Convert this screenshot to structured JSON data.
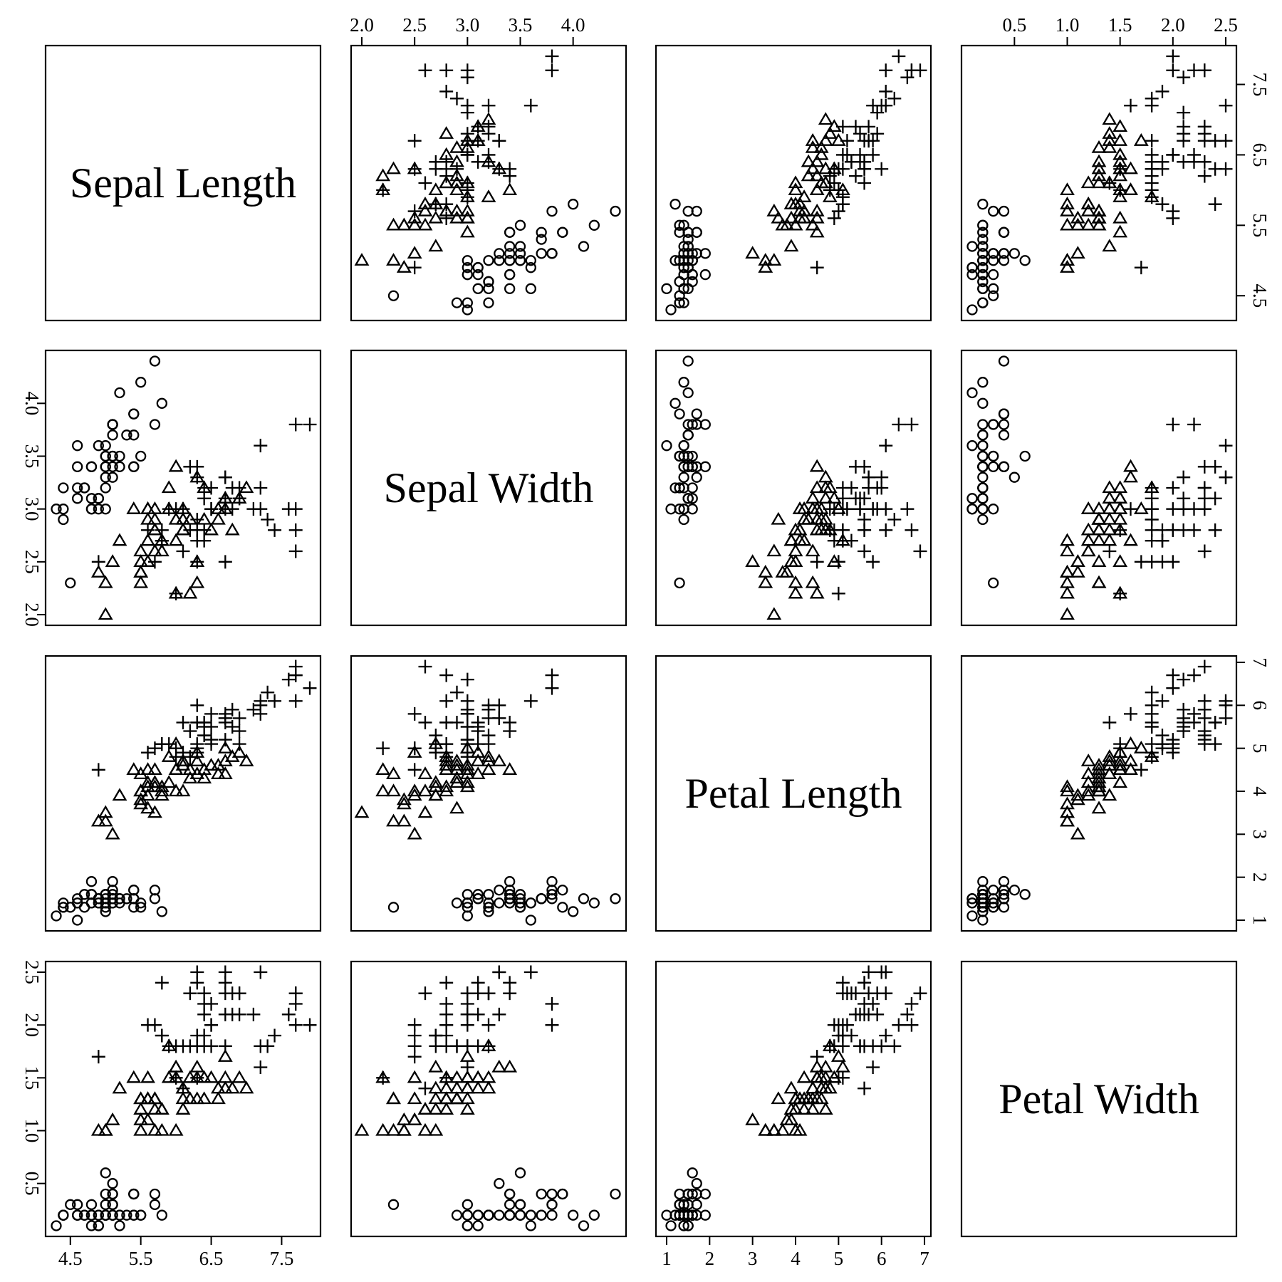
{
  "chart_data": {
    "type": "scatter-matrix",
    "variables": [
      "Sepal Length",
      "Sepal Width",
      "Petal Length",
      "Petal Width"
    ],
    "markers": {
      "setosa": "circle",
      "versicolor": "triangle",
      "virginica": "plus"
    },
    "axes": [
      {
        "range": [
          4.3,
          7.9
        ],
        "ticks": [
          4.5,
          5.5,
          6.5,
          7.5
        ],
        "tick_labels": [
          "4.5",
          "5.5",
          "6.5",
          "7.5"
        ]
      },
      {
        "range": [
          2.0,
          4.4
        ],
        "ticks": [
          2.0,
          2.5,
          3.0,
          3.5,
          4.0
        ],
        "tick_labels": [
          "2.0",
          "2.5",
          "3.0",
          "3.5",
          "4.0"
        ]
      },
      {
        "range": [
          1.0,
          6.9
        ],
        "ticks": [
          1,
          2,
          3,
          4,
          5,
          6,
          7
        ],
        "tick_labels": [
          "1",
          "2",
          "3",
          "4",
          "5",
          "6",
          "7"
        ]
      },
      {
        "range": [
          0.1,
          2.5
        ],
        "ticks": [
          0.5,
          1.0,
          1.5,
          2.0,
          2.5
        ],
        "tick_labels": [
          "0.5",
          "1.0",
          "1.5",
          "2.0",
          "2.5"
        ]
      }
    ],
    "series": [
      {
        "values": [
          [
            5.1,
            3.5,
            1.4,
            0.2
          ],
          [
            4.9,
            3.0,
            1.4,
            0.2
          ],
          [
            4.7,
            3.2,
            1.3,
            0.2
          ],
          [
            4.6,
            3.1,
            1.5,
            0.2
          ],
          [
            5.0,
            3.6,
            1.4,
            0.2
          ],
          [
            5.4,
            3.9,
            1.7,
            0.4
          ],
          [
            4.6,
            3.4,
            1.4,
            0.3
          ],
          [
            5.0,
            3.4,
            1.5,
            0.2
          ],
          [
            4.4,
            2.9,
            1.4,
            0.2
          ],
          [
            4.9,
            3.1,
            1.5,
            0.1
          ],
          [
            5.4,
            3.7,
            1.5,
            0.2
          ],
          [
            4.8,
            3.4,
            1.6,
            0.2
          ],
          [
            4.8,
            3.0,
            1.4,
            0.1
          ],
          [
            4.3,
            3.0,
            1.1,
            0.1
          ],
          [
            5.8,
            4.0,
            1.2,
            0.2
          ],
          [
            5.7,
            4.4,
            1.5,
            0.4
          ],
          [
            5.4,
            3.9,
            1.3,
            0.4
          ],
          [
            5.1,
            3.5,
            1.4,
            0.3
          ],
          [
            5.7,
            3.8,
            1.7,
            0.3
          ],
          [
            5.1,
            3.8,
            1.5,
            0.3
          ],
          [
            5.4,
            3.4,
            1.7,
            0.2
          ],
          [
            5.1,
            3.7,
            1.5,
            0.4
          ],
          [
            4.6,
            3.6,
            1.0,
            0.2
          ],
          [
            5.1,
            3.3,
            1.7,
            0.5
          ],
          [
            4.8,
            3.4,
            1.9,
            0.2
          ],
          [
            5.0,
            3.0,
            1.6,
            0.2
          ],
          [
            5.0,
            3.4,
            1.6,
            0.4
          ],
          [
            5.2,
            3.5,
            1.5,
            0.2
          ],
          [
            5.2,
            3.4,
            1.4,
            0.2
          ],
          [
            4.7,
            3.2,
            1.6,
            0.2
          ],
          [
            4.8,
            3.1,
            1.6,
            0.2
          ],
          [
            5.4,
            3.4,
            1.5,
            0.4
          ],
          [
            5.2,
            4.1,
            1.5,
            0.1
          ],
          [
            5.5,
            4.2,
            1.4,
            0.2
          ],
          [
            4.9,
            3.1,
            1.5,
            0.2
          ],
          [
            5.0,
            3.2,
            1.2,
            0.2
          ],
          [
            5.5,
            3.5,
            1.3,
            0.2
          ],
          [
            4.9,
            3.6,
            1.4,
            0.1
          ],
          [
            4.4,
            3.0,
            1.3,
            0.2
          ],
          [
            5.1,
            3.4,
            1.5,
            0.2
          ],
          [
            5.0,
            3.5,
            1.3,
            0.3
          ],
          [
            4.5,
            2.3,
            1.3,
            0.3
          ],
          [
            4.4,
            3.2,
            1.3,
            0.2
          ],
          [
            5.0,
            3.5,
            1.6,
            0.6
          ],
          [
            5.1,
            3.8,
            1.9,
            0.4
          ],
          [
            4.8,
            3.0,
            1.4,
            0.3
          ],
          [
            5.1,
            3.8,
            1.6,
            0.2
          ],
          [
            4.6,
            3.2,
            1.4,
            0.2
          ],
          [
            5.3,
            3.7,
            1.5,
            0.2
          ],
          [
            5.0,
            3.3,
            1.4,
            0.2
          ]
        ]
      },
      {
        "values": [
          [
            7.0,
            3.2,
            4.7,
            1.4
          ],
          [
            6.4,
            3.2,
            4.5,
            1.5
          ],
          [
            6.9,
            3.1,
            4.9,
            1.5
          ],
          [
            5.5,
            2.3,
            4.0,
            1.3
          ],
          [
            6.5,
            2.8,
            4.6,
            1.5
          ],
          [
            5.7,
            2.8,
            4.5,
            1.3
          ],
          [
            6.3,
            3.3,
            4.7,
            1.6
          ],
          [
            4.9,
            2.4,
            3.3,
            1.0
          ],
          [
            6.6,
            2.9,
            4.6,
            1.3
          ],
          [
            5.2,
            2.7,
            3.9,
            1.4
          ],
          [
            5.0,
            2.0,
            3.5,
            1.0
          ],
          [
            5.9,
            3.0,
            4.2,
            1.5
          ],
          [
            6.0,
            2.2,
            4.0,
            1.0
          ],
          [
            6.1,
            2.9,
            4.7,
            1.4
          ],
          [
            5.6,
            2.9,
            3.6,
            1.3
          ],
          [
            6.7,
            3.1,
            4.4,
            1.4
          ],
          [
            5.6,
            3.0,
            4.5,
            1.5
          ],
          [
            5.8,
            2.7,
            4.1,
            1.0
          ],
          [
            6.2,
            2.2,
            4.5,
            1.5
          ],
          [
            5.6,
            2.5,
            3.9,
            1.1
          ],
          [
            5.9,
            3.2,
            4.8,
            1.8
          ],
          [
            6.1,
            2.8,
            4.0,
            1.3
          ],
          [
            6.3,
            2.5,
            4.9,
            1.5
          ],
          [
            6.1,
            2.8,
            4.7,
            1.2
          ],
          [
            6.4,
            2.9,
            4.3,
            1.3
          ],
          [
            6.6,
            3.0,
            4.4,
            1.4
          ],
          [
            6.8,
            2.8,
            4.8,
            1.4
          ],
          [
            6.7,
            3.0,
            5.0,
            1.7
          ],
          [
            6.0,
            2.9,
            4.5,
            1.5
          ],
          [
            5.7,
            2.6,
            3.5,
            1.0
          ],
          [
            5.5,
            2.4,
            3.8,
            1.1
          ],
          [
            5.5,
            2.4,
            3.7,
            1.0
          ],
          [
            5.8,
            2.7,
            3.9,
            1.2
          ],
          [
            6.0,
            2.7,
            5.1,
            1.6
          ],
          [
            5.4,
            3.0,
            4.5,
            1.5
          ],
          [
            6.0,
            3.4,
            4.5,
            1.6
          ],
          [
            6.7,
            3.1,
            4.7,
            1.5
          ],
          [
            6.3,
            2.3,
            4.4,
            1.3
          ],
          [
            5.6,
            3.0,
            4.1,
            1.3
          ],
          [
            5.5,
            2.5,
            4.0,
            1.3
          ],
          [
            5.5,
            2.6,
            4.4,
            1.2
          ],
          [
            6.1,
            3.0,
            4.6,
            1.4
          ],
          [
            5.8,
            2.6,
            4.0,
            1.2
          ],
          [
            5.0,
            2.3,
            3.3,
            1.0
          ],
          [
            5.6,
            2.7,
            4.2,
            1.3
          ],
          [
            5.7,
            3.0,
            4.2,
            1.2
          ],
          [
            5.7,
            2.9,
            4.2,
            1.3
          ],
          [
            6.2,
            2.9,
            4.3,
            1.3
          ],
          [
            5.1,
            2.5,
            3.0,
            1.1
          ],
          [
            5.7,
            2.8,
            4.1,
            1.3
          ]
        ]
      },
      {
        "values": [
          [
            6.3,
            3.3,
            6.0,
            2.5
          ],
          [
            5.8,
            2.7,
            5.1,
            1.9
          ],
          [
            7.1,
            3.0,
            5.9,
            2.1
          ],
          [
            6.3,
            2.9,
            5.6,
            1.8
          ],
          [
            6.5,
            3.0,
            5.8,
            2.2
          ],
          [
            7.6,
            3.0,
            6.6,
            2.1
          ],
          [
            4.9,
            2.5,
            4.5,
            1.7
          ],
          [
            7.3,
            2.9,
            6.3,
            1.8
          ],
          [
            6.7,
            2.5,
            5.8,
            1.8
          ],
          [
            7.2,
            3.6,
            6.1,
            2.5
          ],
          [
            6.5,
            3.2,
            5.1,
            2.0
          ],
          [
            6.4,
            2.7,
            5.3,
            1.9
          ],
          [
            6.8,
            3.0,
            5.5,
            2.1
          ],
          [
            5.7,
            2.5,
            5.0,
            2.0
          ],
          [
            5.8,
            2.8,
            5.1,
            2.4
          ],
          [
            6.4,
            3.2,
            5.3,
            2.3
          ],
          [
            6.5,
            3.0,
            5.5,
            1.8
          ],
          [
            7.7,
            3.8,
            6.7,
            2.2
          ],
          [
            7.7,
            2.6,
            6.9,
            2.3
          ],
          [
            6.0,
            2.2,
            5.0,
            1.5
          ],
          [
            6.9,
            3.2,
            5.7,
            2.3
          ],
          [
            5.6,
            2.8,
            4.9,
            2.0
          ],
          [
            7.7,
            2.8,
            6.7,
            2.0
          ],
          [
            6.3,
            2.7,
            4.9,
            1.8
          ],
          [
            6.7,
            3.3,
            5.7,
            2.1
          ],
          [
            7.2,
            3.2,
            6.0,
            1.8
          ],
          [
            6.2,
            2.8,
            4.8,
            1.8
          ],
          [
            6.1,
            3.0,
            4.9,
            1.8
          ],
          [
            6.4,
            2.8,
            5.6,
            2.1
          ],
          [
            7.2,
            3.0,
            5.8,
            1.6
          ],
          [
            7.4,
            2.8,
            6.1,
            1.9
          ],
          [
            7.9,
            3.8,
            6.4,
            2.0
          ],
          [
            6.4,
            2.8,
            5.6,
            2.2
          ],
          [
            6.3,
            2.8,
            5.1,
            1.5
          ],
          [
            6.1,
            2.6,
            5.6,
            1.4
          ],
          [
            7.7,
            3.0,
            6.1,
            2.3
          ],
          [
            6.3,
            3.4,
            5.6,
            2.4
          ],
          [
            6.4,
            3.1,
            5.5,
            1.8
          ],
          [
            6.0,
            3.0,
            4.8,
            1.8
          ],
          [
            6.9,
            3.1,
            5.4,
            2.1
          ],
          [
            6.7,
            3.1,
            5.6,
            2.4
          ],
          [
            6.9,
            3.1,
            5.1,
            2.3
          ],
          [
            5.8,
            2.7,
            5.1,
            1.9
          ],
          [
            6.8,
            3.2,
            5.9,
            2.3
          ],
          [
            6.7,
            3.3,
            5.7,
            2.5
          ],
          [
            6.7,
            3.0,
            5.2,
            2.3
          ],
          [
            6.3,
            2.5,
            5.0,
            1.9
          ],
          [
            6.5,
            3.0,
            5.2,
            2.0
          ],
          [
            6.2,
            3.4,
            5.4,
            2.3
          ],
          [
            5.9,
            3.0,
            5.1,
            1.8
          ]
        ]
      }
    ]
  }
}
